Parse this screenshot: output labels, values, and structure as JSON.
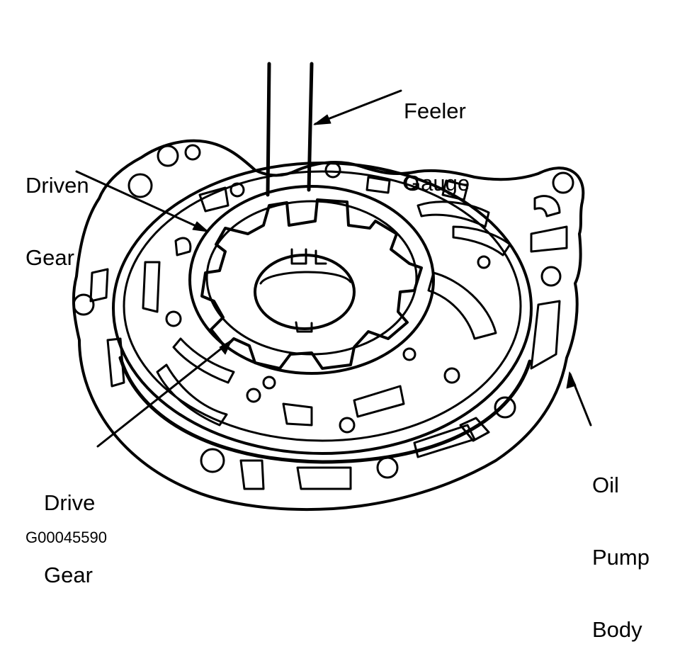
{
  "labels": {
    "feeler_gauge": [
      "Feeler",
      "Gauge"
    ],
    "driven_gear": [
      "Driven",
      "Gear"
    ],
    "drive_gear": [
      "Drive",
      "Gear"
    ],
    "oil_pump_body": [
      "Oil",
      "Pump",
      "Body"
    ]
  },
  "figure_id": "G00045590",
  "colors": {
    "ink": "#000000",
    "paper": "#ffffff"
  }
}
